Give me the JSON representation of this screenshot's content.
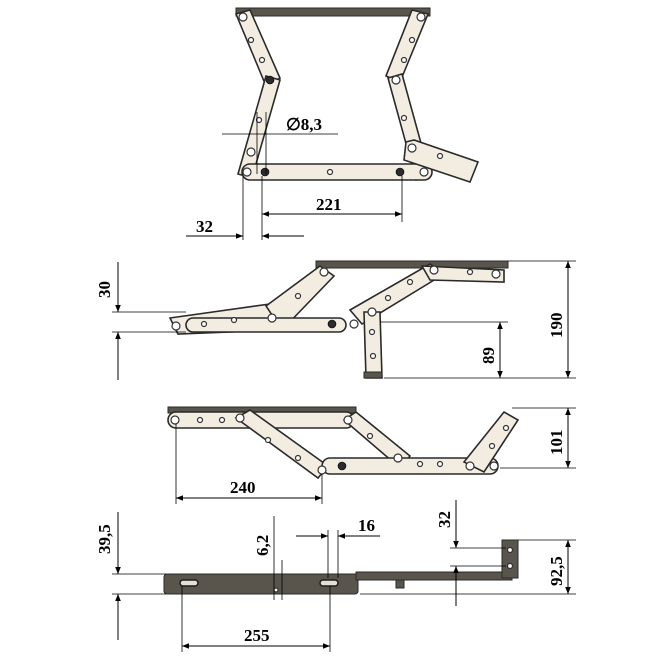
{
  "dimensions": {
    "diameter": "∅8,3",
    "width_221": "221",
    "offset_32_top": "32",
    "height_30": "30",
    "height_190": "190",
    "height_89": "89",
    "height_101": "101",
    "length_240": "240",
    "height_39_5": "39,5",
    "width_6_2": "6,2",
    "width_16": "16",
    "height_32_side": "32",
    "height_92_5": "92,5",
    "length_255": "255"
  },
  "colors": {
    "link_fill": "#f3ede1",
    "outline": "#2a2a2a",
    "plate_fill": "#5a554c"
  }
}
